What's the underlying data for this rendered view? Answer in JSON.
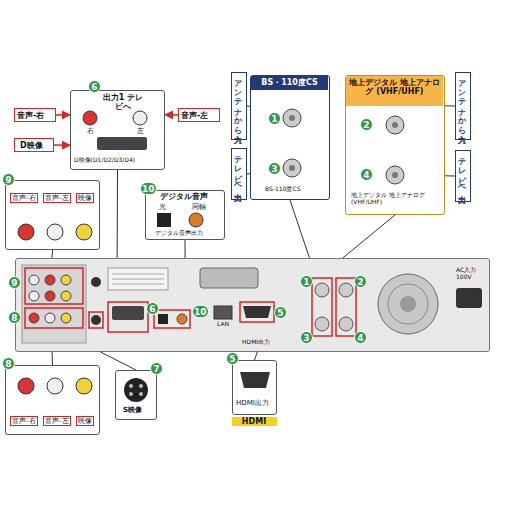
{
  "diagram": {
    "nodes": [
      {
        "text": [
          "LAN",
          "HDMI出力",
          "AC入力 100V"
        ]
      },
      {
        "text": [
          "出力1 テレビへ",
          "右",
          "左",
          "D映像(D1/D2/D3/D4)"
        ]
      },
      {
        "text": [
          "デジタル音声",
          "光",
          "同軸",
          "デジタル音声出力"
        ]
      },
      {
        "text": [
          "BS・110度CS",
          "BS-110度CS"
        ]
      },
      {
        "text": [
          "アンテナから入力"
        ]
      },
      {
        "text": [
          "テレビへ出力"
        ]
      },
      {
        "text": [
          "地上デジタル 地上アナログ (VHF/UHF)",
          "地上デジタル 地上アナログ(VHF/UHF)"
        ]
      },
      {
        "text": [
          "アンテナから入力"
        ]
      },
      {
        "text": [
          "テレビへ出力"
        ]
      },
      {
        "text": [
          "音声-右",
          "音声-左",
          "映像"
        ]
      },
      {
        "text": [
          "音声-右",
          "音声-左",
          "映像"
        ]
      },
      {
        "text": [
          "S映像"
        ]
      },
      {
        "text": [
          "HDMI出力",
          "HDMI"
        ]
      },
      {
        "text": [
          "音声-右"
        ]
      },
      {
        "text": [
          "音声-左"
        ]
      },
      {
        "text": [
          "D映像"
        ]
      }
    ],
    "edges": [
      {
        "from": 1,
        "to": 0,
        "arrow": "none"
      },
      {
        "from": 2,
        "to": 0,
        "arrow": "none"
      },
      {
        "from": 3,
        "to": 0,
        "arrow": "none"
      },
      {
        "from": 6,
        "to": 0,
        "arrow": "none"
      },
      {
        "from": 9,
        "to": 0,
        "arrow": "none"
      },
      {
        "from": 10,
        "to": 0,
        "arrow": "none"
      },
      {
        "from": 11,
        "to": 0,
        "arrow": "none"
      },
      {
        "from": 12,
        "to": 0,
        "arrow": "none"
      },
      {
        "from": 4,
        "to": 3,
        "arrow": "none"
      },
      {
        "from": 5,
        "to": 3,
        "arrow": "none"
      },
      {
        "from": 7,
        "to": 6,
        "arrow": "none"
      },
      {
        "from": 8,
        "to": 6,
        "arrow": "none"
      },
      {
        "from": 13,
        "to": 1,
        "arrow": "to"
      },
      {
        "from": 14,
        "to": 1,
        "arrow": "to"
      },
      {
        "from": 15,
        "to": 1,
        "arrow": "to"
      }
    ],
    "labels": [
      "6",
      "10",
      "1",
      "3",
      "2",
      "4",
      "9",
      "8",
      "7",
      "5",
      "9",
      "8",
      "6",
      "10",
      "5",
      "1",
      "3",
      "2",
      "4"
    ]
  }
}
